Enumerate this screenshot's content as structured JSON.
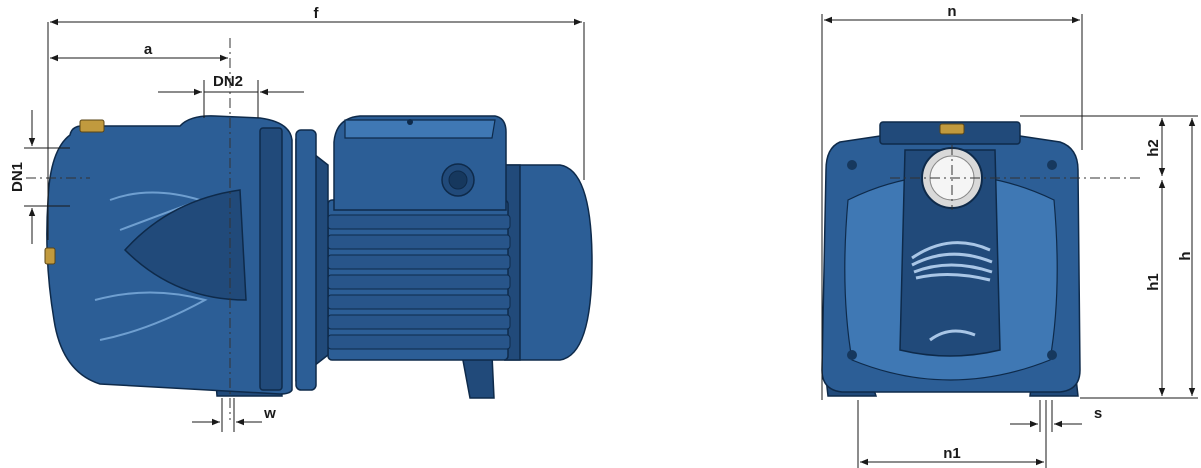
{
  "labels": {
    "f": "f",
    "a": "a",
    "dn2": "DN2",
    "dn1": "DN1",
    "w": "w",
    "n": "n",
    "h2": "h2",
    "h": "h",
    "h1": "h1",
    "n1": "n1",
    "s": "s"
  },
  "colors": {
    "pump_body": "#2c5e96",
    "pump_dark": "#214a7a",
    "outline": "#0e2a4a",
    "dimension_lines": "#1a1a1a"
  }
}
